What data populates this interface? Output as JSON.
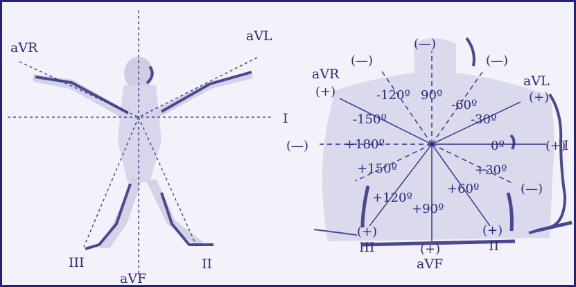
{
  "left_panel": {
    "labels": {
      "avr": "aVR",
      "avl": "aVL",
      "lead_i": "I",
      "lead_ii": "II",
      "lead_iii": "III",
      "avf": "aVF"
    }
  },
  "right_panel": {
    "leads": {
      "avr": "aVR",
      "avl": "aVL",
      "lead_i": "I",
      "lead_ii": "II",
      "lead_iii": "III",
      "avf": "aVF"
    },
    "poles": {
      "plus": "(+)",
      "minus": "(—)"
    },
    "angles": {
      "a_neg120": "-120º",
      "a_neg90": "90º",
      "a_neg60": "-60º",
      "a_neg30": "-30º",
      "a_neg150": "-150º",
      "a_180": "+180º",
      "a_0": "0º",
      "a_150": "+150º",
      "a_30": "+30º",
      "a_120": "+120º",
      "a_60": "+60º",
      "a_90": "+90º"
    }
  },
  "colors": {
    "line": "#2f2f86",
    "text": "#2a2a7a",
    "silhouette": "#cfcde3",
    "shadow": "#4a4890",
    "frame": "#23237a"
  }
}
